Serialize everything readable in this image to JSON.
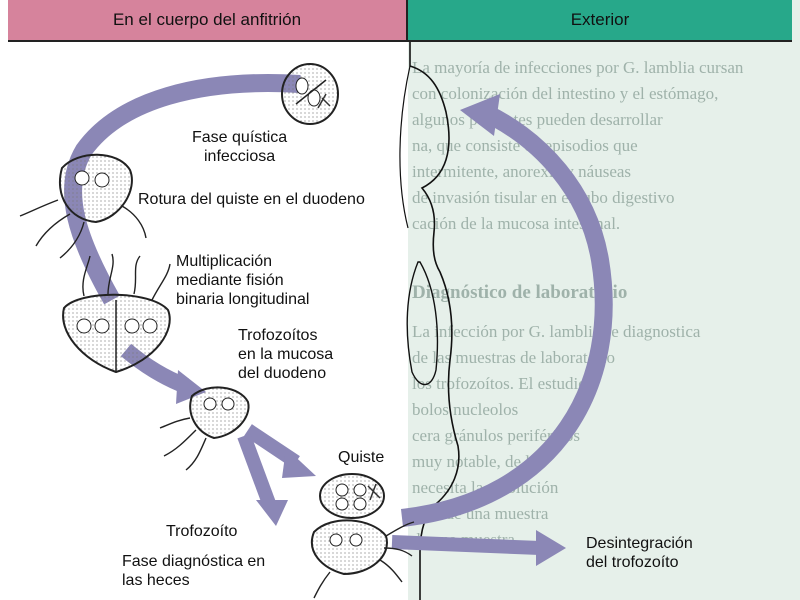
{
  "headers": {
    "host": "En el cuerpo del anfitrión",
    "outside": "Exterior"
  },
  "background_text": [
    "La mayoría de infecciones por G. lamblia cursan",
    "con colonización del intestino y el estómago,",
    "algunos pacientes pueden desarrollar",
    "na, que consiste en episodios que",
    "intermitente, anorexia y náuseas",
    "de invasión tisular en el tubo digestivo",
    "cación de la mucosa intestinal.",
    "Diagnóstico de laboratorio",
    "La infección por G. lamblia se diagnostica",
    "de las muestras de laboratorio",
    "los trofozoítos. El estudio",
    "bolos nucleolos",
    "cera gránulos periféricos",
    "muy notable, de los",
    "necesita la resolución",
    "ción de una muestra",
    "de una muestra"
  ],
  "labels": {
    "cyst_phase": [
      "Fase quística",
      "infecciosa"
    ],
    "rupture": "Rotura del quiste en el duodeno",
    "multiplication": [
      "Multiplicación",
      "mediante fisión",
      "binaria longitudinal"
    ],
    "trophozoites_mucosa": [
      "Trofozoítos",
      "en la mucosa",
      "del duodeno"
    ],
    "cyst": "Quiste",
    "trophozoite": "Trofozoíto",
    "diagnostic_phase": [
      "Fase diagnóstica en",
      "las heces"
    ],
    "disintegration": [
      "Desintegración",
      "del trofozoíto"
    ]
  },
  "colors": {
    "arrow": "#8b87b6",
    "host_header": "#d6839c",
    "outside_header": "#27a88a",
    "outside_bg": "#e6f0ea"
  }
}
